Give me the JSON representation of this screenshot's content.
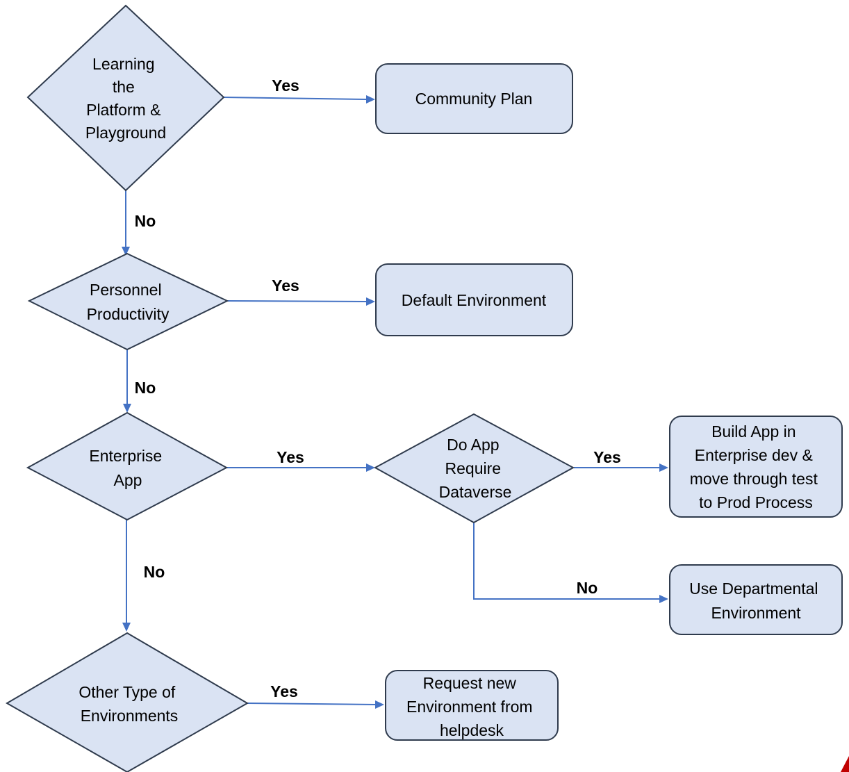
{
  "nodes": {
    "learning": {
      "shape": "decision",
      "lines": [
        "Learning",
        "the",
        "Platform &",
        "Playground"
      ]
    },
    "community_plan": {
      "shape": "process",
      "lines": [
        "Community Plan"
      ]
    },
    "personnel": {
      "shape": "decision",
      "lines": [
        "Personnel",
        "Productivity"
      ]
    },
    "default_env": {
      "shape": "process",
      "lines": [
        "Default Environment"
      ]
    },
    "enterprise_app": {
      "shape": "decision",
      "lines": [
        "Enterprise",
        "App"
      ]
    },
    "dataverse": {
      "shape": "decision",
      "lines": [
        "Do App",
        "Require",
        "Dataverse"
      ]
    },
    "build_app": {
      "shape": "process",
      "lines": [
        "Build App in",
        "Enterprise dev &",
        "move through test",
        "to Prod Process"
      ]
    },
    "departmental": {
      "shape": "process",
      "lines": [
        "Use Departmental",
        "Environment"
      ]
    },
    "other_env": {
      "shape": "decision",
      "lines": [
        "Other Type of",
        "Environments"
      ]
    },
    "request_env": {
      "shape": "process",
      "lines": [
        "Request new",
        "Environment from",
        "helpdesk"
      ]
    }
  },
  "edges": [
    {
      "from": "learning",
      "to": "community_plan",
      "label": "Yes"
    },
    {
      "from": "learning",
      "to": "personnel",
      "label": "No"
    },
    {
      "from": "personnel",
      "to": "default_env",
      "label": "Yes"
    },
    {
      "from": "personnel",
      "to": "enterprise_app",
      "label": "No"
    },
    {
      "from": "enterprise_app",
      "to": "dataverse",
      "label": "Yes"
    },
    {
      "from": "dataverse",
      "to": "build_app",
      "label": "Yes"
    },
    {
      "from": "dataverse",
      "to": "departmental",
      "label": "No"
    },
    {
      "from": "enterprise_app",
      "to": "other_env",
      "label": "No"
    },
    {
      "from": "other_env",
      "to": "request_env",
      "label": "Yes"
    }
  ],
  "colors": {
    "shape_fill": "#dae3f3",
    "shape_stroke": "#2f3b4d",
    "connector": "#4472c4",
    "corner_mark": "#c00000"
  }
}
